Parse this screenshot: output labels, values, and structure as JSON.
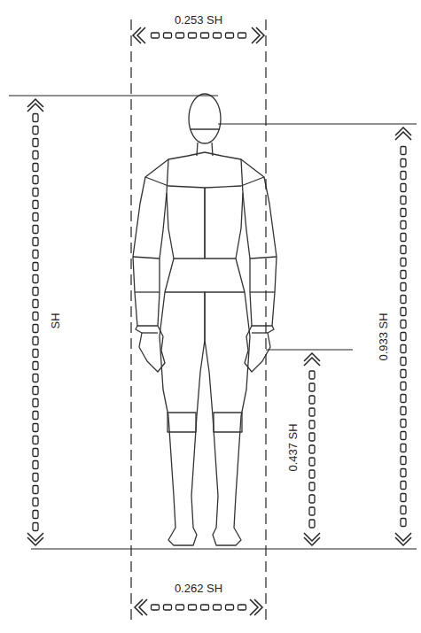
{
  "diagram": {
    "labels": [
      "0.253 SH",
      "SH",
      "0.933 SH",
      "0.437 SH",
      "0.262 SH"
    ]
  }
}
